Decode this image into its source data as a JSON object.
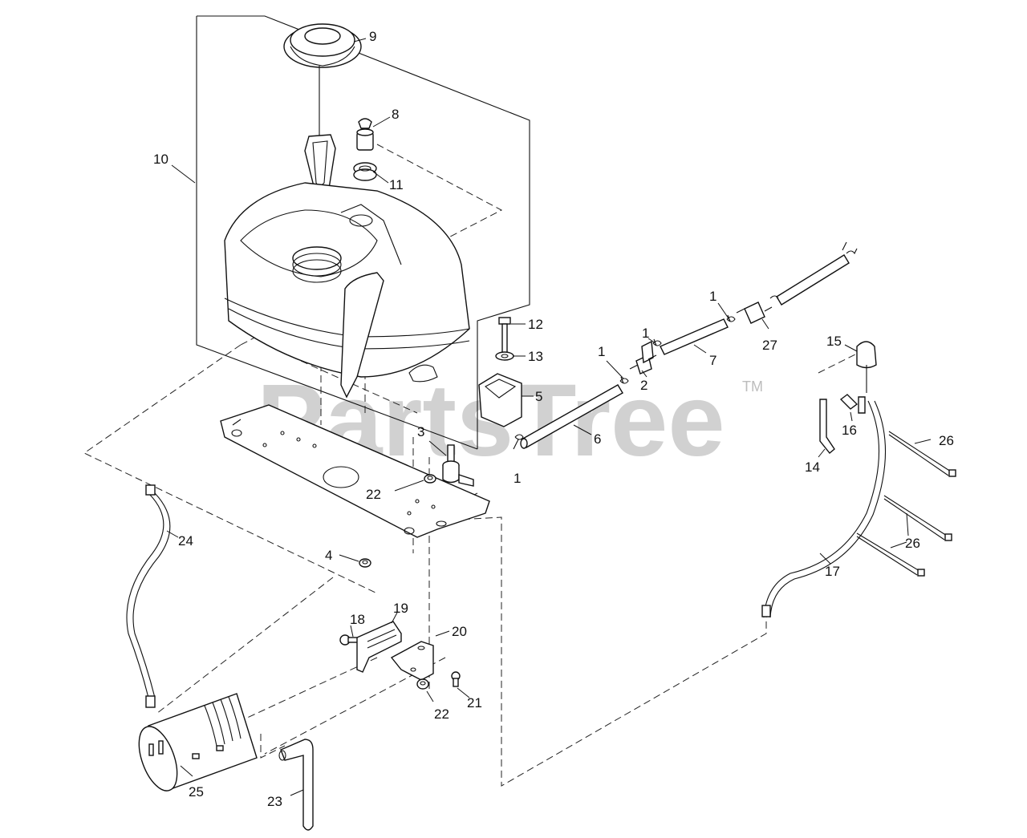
{
  "watermark": {
    "text": "PartsTree",
    "trademark": "TM"
  },
  "callouts": [
    {
      "id": "c9",
      "text": "9"
    },
    {
      "id": "c8",
      "text": "8"
    },
    {
      "id": "c10",
      "text": "10"
    },
    {
      "id": "c11",
      "text": "11"
    },
    {
      "id": "c12",
      "text": "12"
    },
    {
      "id": "c13",
      "text": "13"
    },
    {
      "id": "c5",
      "text": "5"
    },
    {
      "id": "c1a",
      "text": "1"
    },
    {
      "id": "c1b",
      "text": "1"
    },
    {
      "id": "c1c",
      "text": "1"
    },
    {
      "id": "c1d",
      "text": "1"
    },
    {
      "id": "c2",
      "text": "2"
    },
    {
      "id": "c7",
      "text": "7"
    },
    {
      "id": "c27",
      "text": "27"
    },
    {
      "id": "c15",
      "text": "15"
    },
    {
      "id": "c6",
      "text": "6"
    },
    {
      "id": "c3",
      "text": "3"
    },
    {
      "id": "c22a",
      "text": "22"
    },
    {
      "id": "c4",
      "text": "4"
    },
    {
      "id": "c24",
      "text": "24"
    },
    {
      "id": "c16",
      "text": "16"
    },
    {
      "id": "c14",
      "text": "14"
    },
    {
      "id": "c26a",
      "text": "26"
    },
    {
      "id": "c26b",
      "text": "26"
    },
    {
      "id": "c17",
      "text": "17"
    },
    {
      "id": "c18",
      "text": "18"
    },
    {
      "id": "c19",
      "text": "19"
    },
    {
      "id": "c20",
      "text": "20"
    },
    {
      "id": "c21",
      "text": "21"
    },
    {
      "id": "c22b",
      "text": "22"
    },
    {
      "id": "c25",
      "text": "25"
    },
    {
      "id": "c23",
      "text": "23"
    }
  ]
}
